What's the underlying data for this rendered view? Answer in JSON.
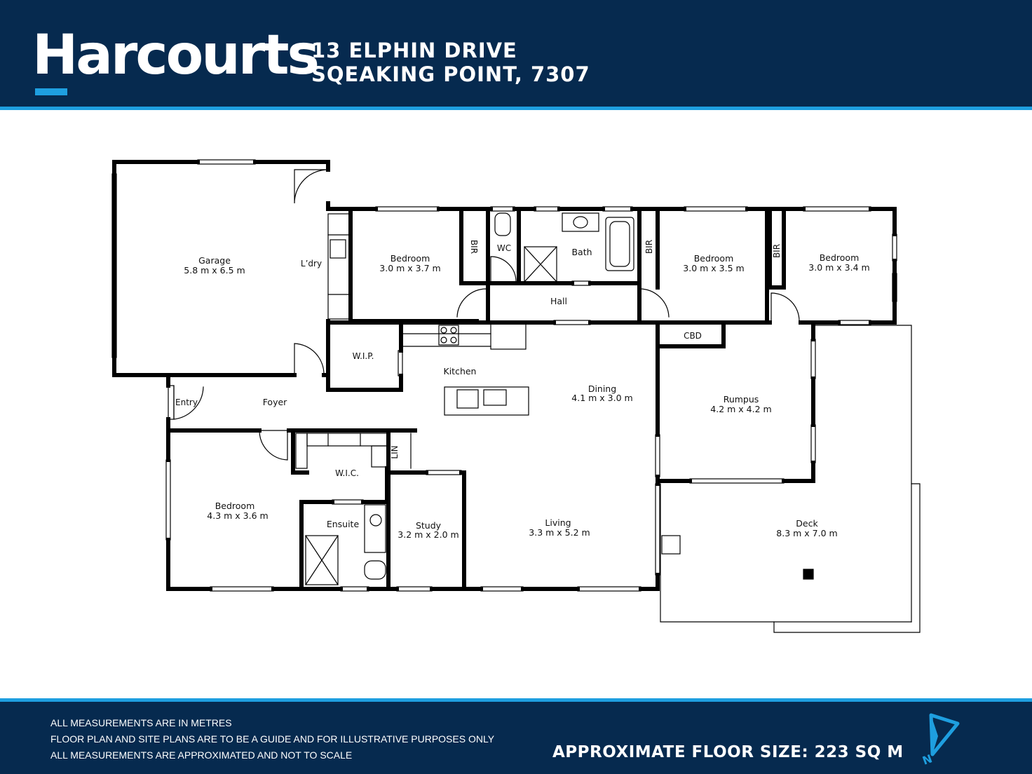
{
  "header": {
    "brand": "Harcourts",
    "address_line1": "13 ELPHIN DRIVE",
    "address_line2": "SQEAKING POINT, 7307"
  },
  "rooms": {
    "garage": {
      "name": "Garage",
      "dims": "5.8 m x 6.5 m"
    },
    "laundry": {
      "name": "L’dry"
    },
    "bedroom2": {
      "name": "Bedroom",
      "dims": "3.0 m x 3.7 m"
    },
    "bir1": {
      "name": "BIR"
    },
    "wc": {
      "name": "WC"
    },
    "bath": {
      "name": "Bath"
    },
    "bir2": {
      "name": "BIR"
    },
    "bedroom3": {
      "name": "Bedroom",
      "dims": "3.0 m x 3.5 m"
    },
    "bir3": {
      "name": "BIR"
    },
    "bedroom4": {
      "name": "Bedroom",
      "dims": "3.0 m x 3.4 m"
    },
    "hall": {
      "name": "Hall"
    },
    "wip": {
      "name": "W.I.P."
    },
    "kitchen": {
      "name": "Kitchen"
    },
    "dining": {
      "name": "Dining",
      "dims": "4.1 m x 3.0 m"
    },
    "cbd": {
      "name": "CBD"
    },
    "rumpus": {
      "name": "Rumpus",
      "dims": "4.2 m x 4.2 m"
    },
    "entry": {
      "name": "Entry"
    },
    "foyer": {
      "name": "Foyer"
    },
    "lin": {
      "name": "LIN"
    },
    "wic": {
      "name": "W.I.C."
    },
    "bedroom1": {
      "name": "Bedroom",
      "dims": "4.3 m x 3.6 m"
    },
    "ensuite": {
      "name": "Ensuite"
    },
    "study": {
      "name": "Study",
      "dims": "3.2 m x 2.0 m"
    },
    "living": {
      "name": "Living",
      "dims": "3.3 m x 5.2 m"
    },
    "deck": {
      "name": "Deck",
      "dims": "8.3 m x 7.0 m"
    }
  },
  "footer": {
    "note1": "ALL MEASUREMENTS ARE IN METRES",
    "note2": "FLOOR PLAN AND SITE PLANS ARE TO BE A GUIDE AND FOR ILLUSTRATIVE PURPOSES ONLY",
    "note3": "ALL MEASUREMENTS ARE APPROXIMATED AND NOT TO SCALE",
    "floor_size": "APPROXIMATE FLOOR SIZE: 223 SQ M"
  },
  "icons": {
    "compass": "north-arrow-icon"
  },
  "colors": {
    "navy": "#062A4F",
    "accent_blue": "#1E9FE0",
    "wall": "#000000"
  }
}
